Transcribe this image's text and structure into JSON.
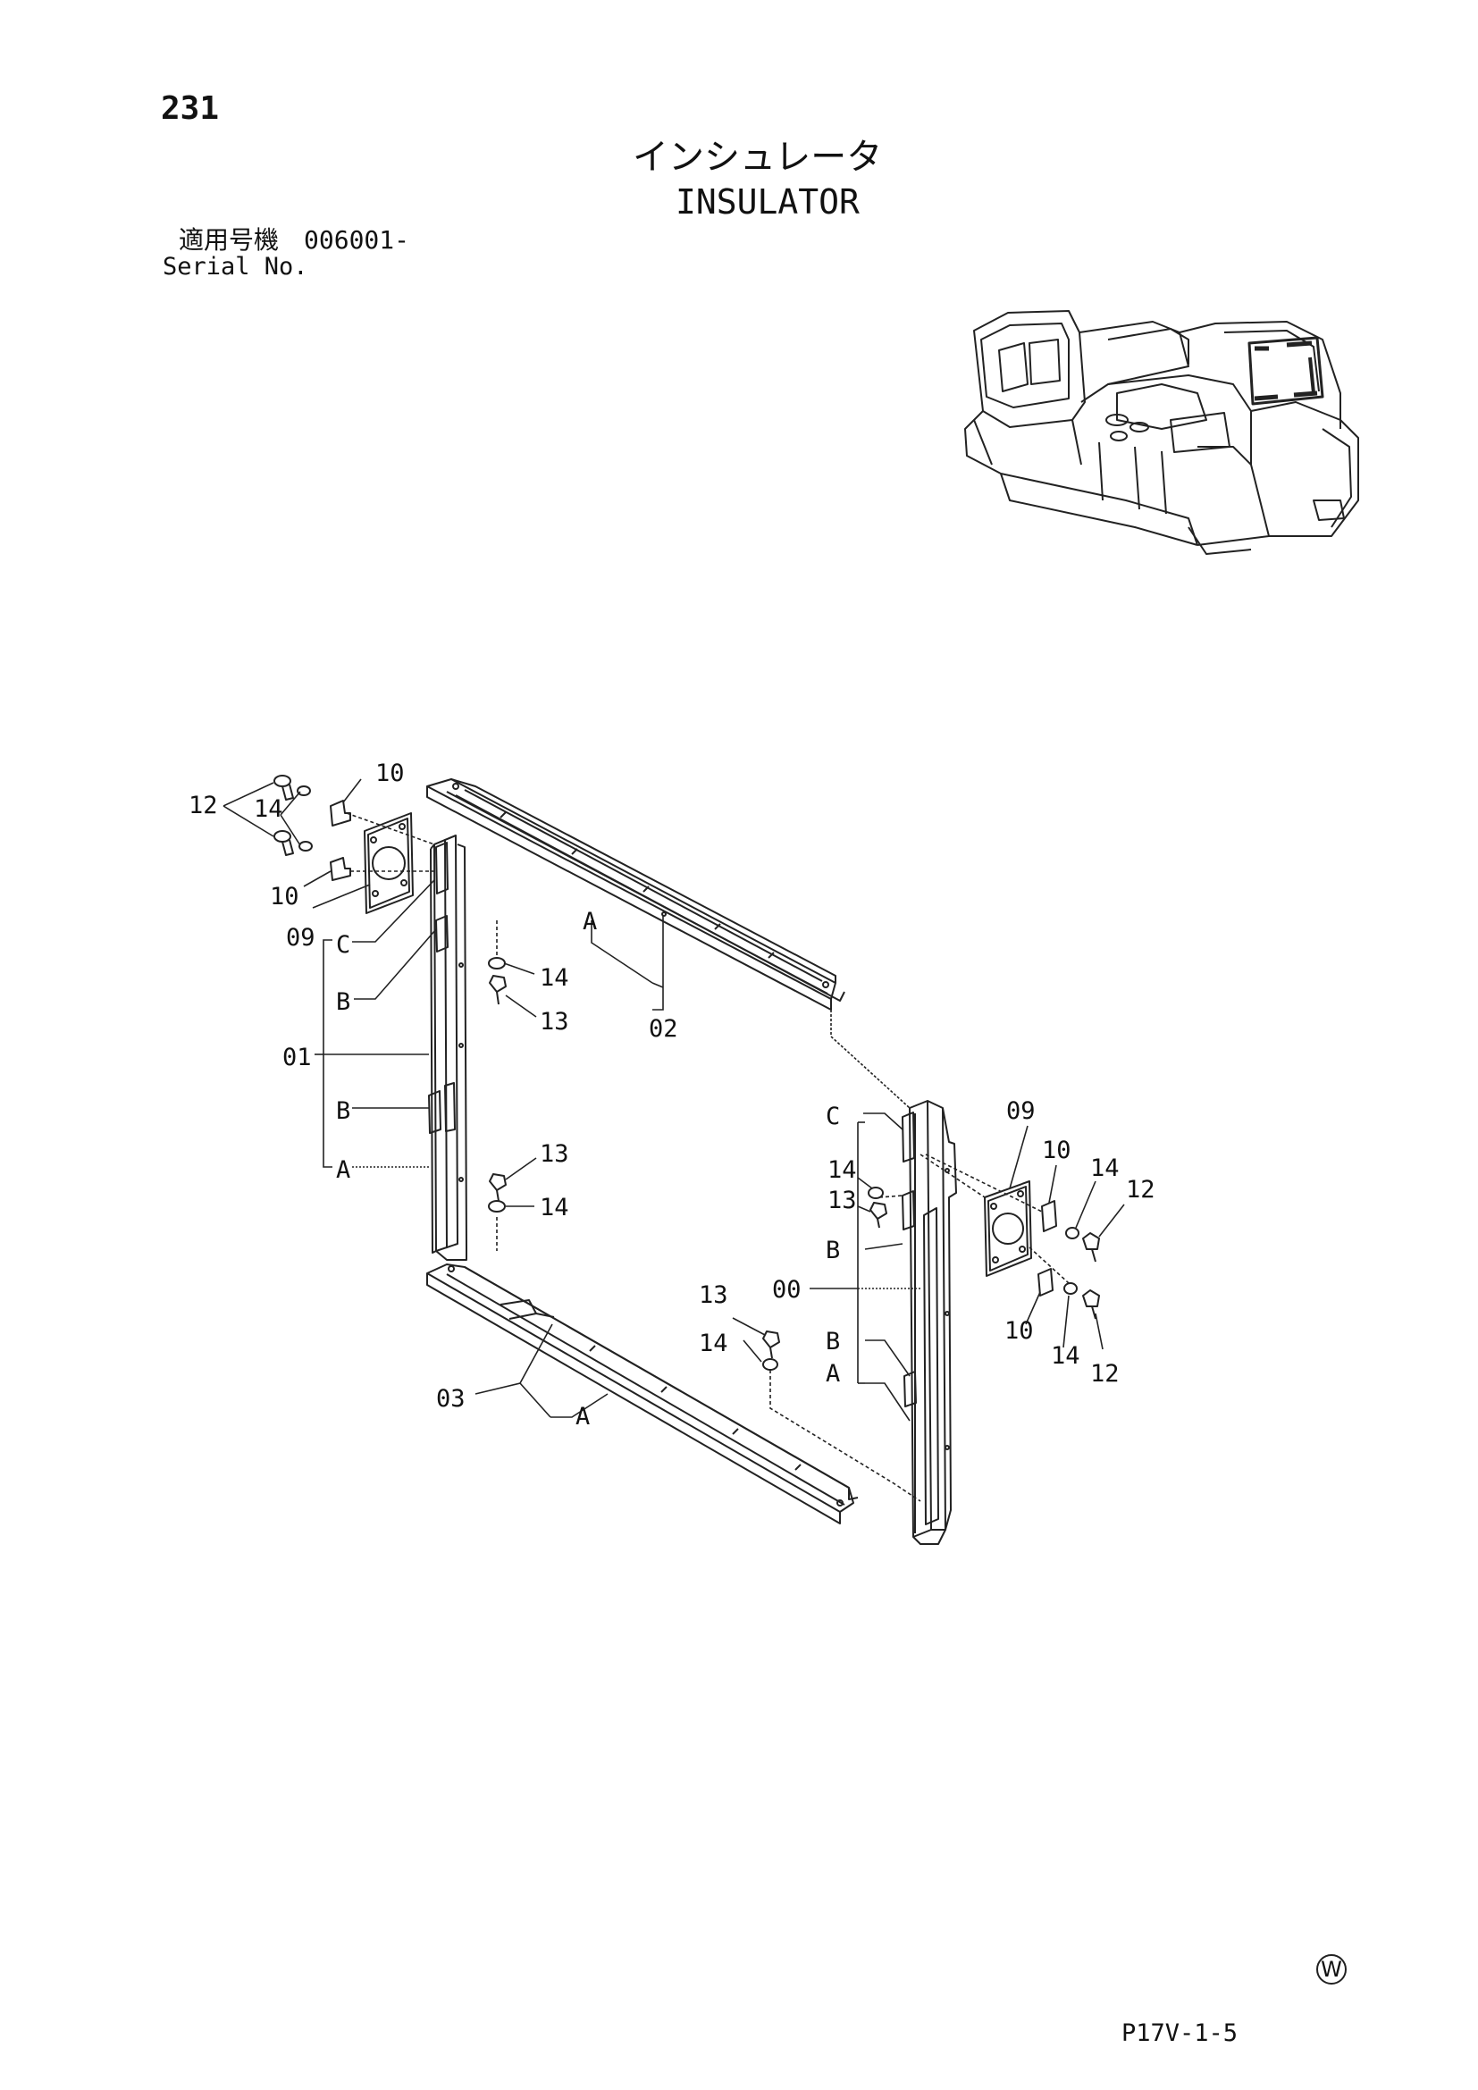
{
  "header": {
    "page_number": "231",
    "title_jp": "インシュレータ",
    "title_en": "INSULATOR",
    "serial_label_jp": "適用号機",
    "serial_value": "006001-",
    "serial_label_en": "Serial No."
  },
  "footer": {
    "mark": "W",
    "drawing_code": "P17V-1-5"
  },
  "callouts": {
    "c12_top": "12",
    "c14_top": "14",
    "c10_top": "10",
    "c10_mid": "10",
    "c09_left": "09",
    "c_left_C": "C",
    "c_left_B1": "B",
    "c01": "01",
    "c_left_B2": "B",
    "c_left_A": "A",
    "c14_a": "14",
    "c13_a": "13",
    "c13_b": "13",
    "c14_b": "14",
    "c_top_A": "A",
    "c02": "02",
    "c03": "03",
    "c_bot_A": "A",
    "c13_c": "13",
    "c14_c": "14",
    "c00": "00",
    "c_right_C": "C",
    "c14_d": "14",
    "c13_d": "13",
    "c_right_B1": "B",
    "c_right_B2": "B",
    "c_right_A": "A",
    "c09_right": "09",
    "c10_right1": "10",
    "c14_right1": "14",
    "c12_right1": "12",
    "c10_right2": "10",
    "c14_right2": "14",
    "c12_right2": "12"
  }
}
